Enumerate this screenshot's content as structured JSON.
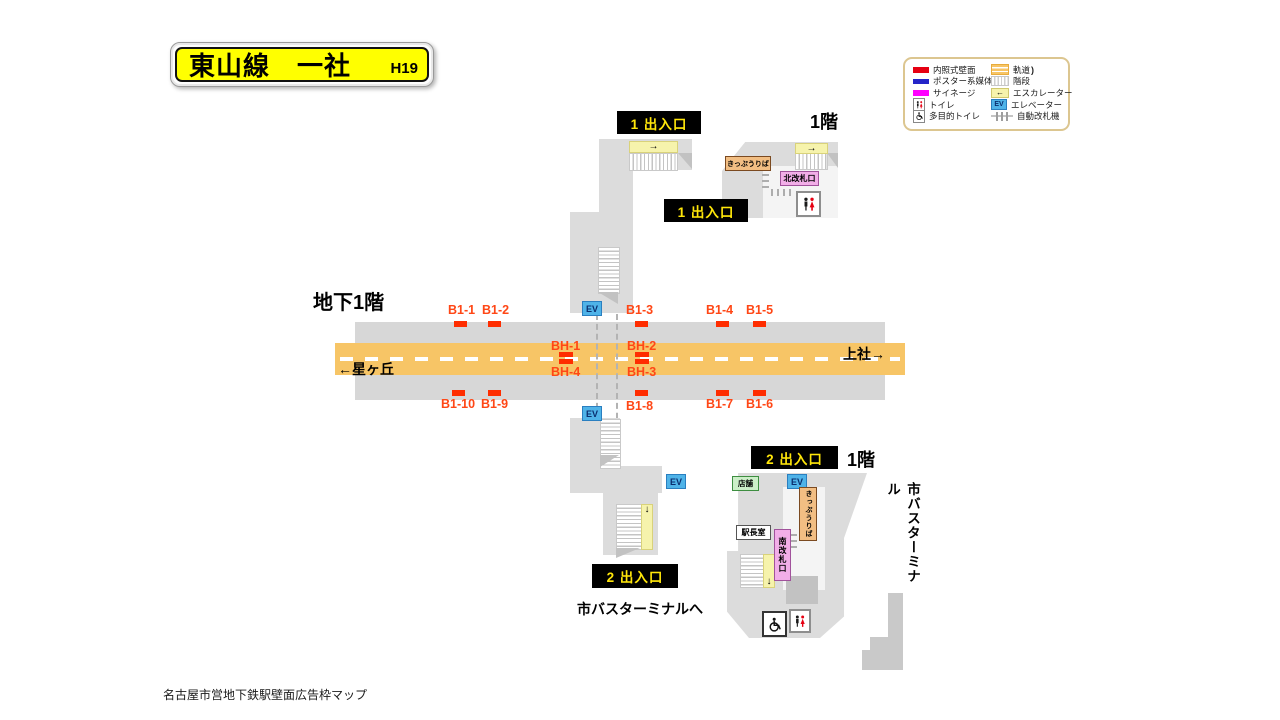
{
  "header": {
    "title": "東山線　一社",
    "station_code": "H19"
  },
  "legend": {
    "left": [
      "内照式壁面",
      "ポスター系媒体",
      "サイネージ",
      "トイレ",
      "多目的トイレ"
    ],
    "right": [
      "軌道",
      "階段",
      "エスカレーター",
      "エレベーター",
      "自動改札機"
    ]
  },
  "map": {
    "floor_b1": "地下1階",
    "floor_1f_north": "1階",
    "floor_1f_south": "1階",
    "exit1": "1 出入口",
    "exit2": "2 出入口",
    "dir_west": "←星ヶ丘",
    "dir_east": "上社→",
    "ev": "EV",
    "ticket_north": "きっぷうりば",
    "ticket_south": "きっぷうりば",
    "gate_north": "北改札口",
    "gate_south": "南改札口",
    "shop": "店舗",
    "station_office": "駅長室",
    "bus_terminal": "市バスターミナル",
    "to_bus_terminal": "市バスターミナルへ",
    "ad_spots": [
      "B1-1",
      "B1-2",
      "B1-3",
      "B1-4",
      "B1-5",
      "B1-6",
      "B1-7",
      "B1-8",
      "B1-9",
      "B1-10",
      "BH-1",
      "BH-2",
      "BH-3",
      "BH-4"
    ]
  },
  "colors": {
    "track": "#F7C566",
    "ad_bar": "#FF2D00",
    "ad_label": "#FF4716",
    "ev_blue": "#4FB3E8",
    "badge_bg": "#FFFF00",
    "exit_text": "#FFE60A",
    "legend_red": "#E60012",
    "legend_blue": "#2525C8",
    "legend_magenta": "#FF00FF"
  },
  "caption": "名古屋市営地下鉄駅壁面広告枠マップ"
}
